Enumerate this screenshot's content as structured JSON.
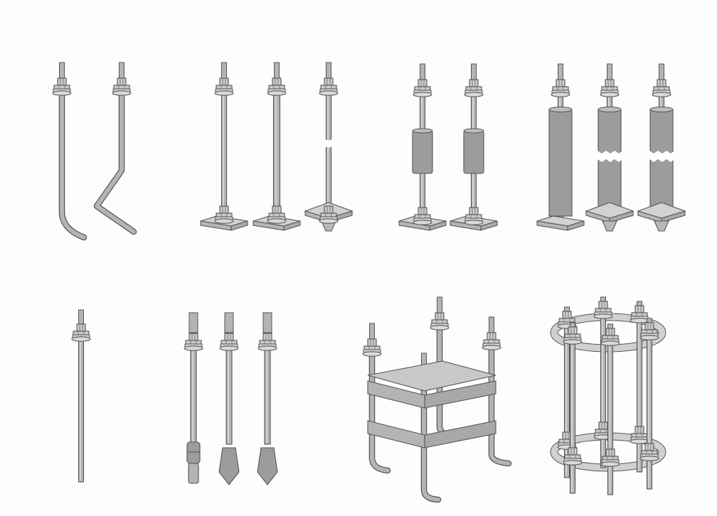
{
  "figure": {
    "background": "#fdfdfd",
    "colors": {
      "rod": "#b4b4b4",
      "sleeve": "#9c9c9c",
      "plate": "#c2c2c2",
      "nut": "#cbcbcb",
      "stroke": "#555555"
    },
    "bolt_groups": [
      {
        "kind": "bent-rod-bolts",
        "count": 2
      },
      {
        "kind": "bolts-with-anchor-plates",
        "count": 3
      },
      {
        "kind": "bolts-with-sleeve-and-plate",
        "count": 2
      },
      {
        "kind": "bolts-with-tube-and-plate",
        "count": 3
      },
      {
        "kind": "straight-stud-bolt",
        "count": 1
      },
      {
        "kind": "wedge-tip-expansion-bolts",
        "count": 3
      },
      {
        "kind": "square-cage-anchor-block",
        "count": 1
      },
      {
        "kind": "round-ring-anchor-block",
        "count": 1
      }
    ]
  }
}
